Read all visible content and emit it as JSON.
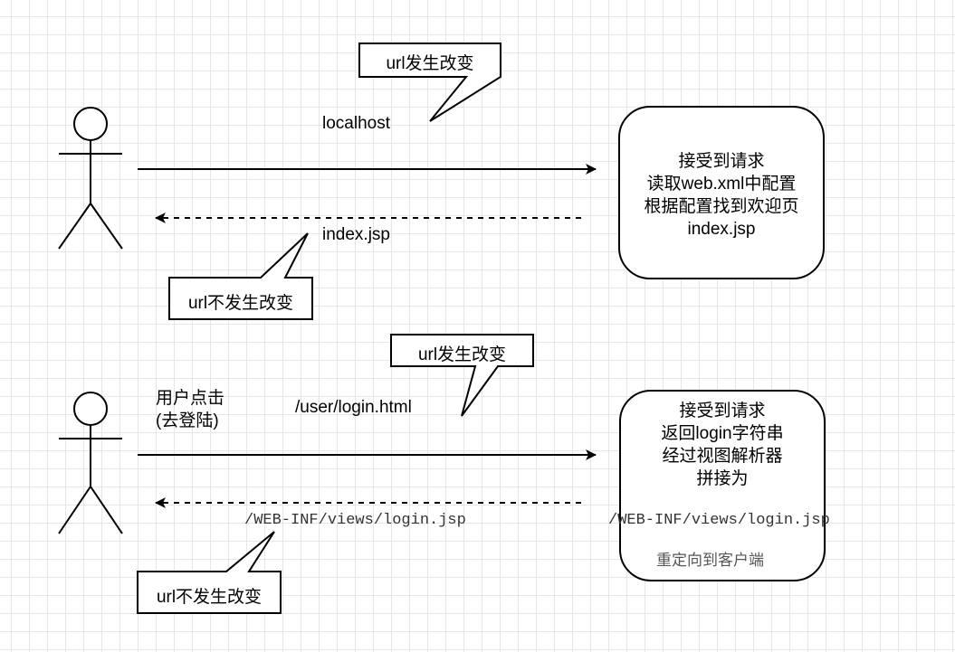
{
  "flow1": {
    "request_label": "localhost",
    "response_label": "index.jsp",
    "server_lines": [
      "接受到请求",
      "读取web.xml中配置",
      "根据配置找到欢迎页",
      "index.jsp"
    ],
    "callout_top": "url发生改变",
    "callout_bottom": "url不发生改变"
  },
  "flow2": {
    "user_action_lines": [
      "用户点击",
      "(去登陆)"
    ],
    "request_label": "/user/login.html",
    "response_label": "/WEB-INF/views/login.jsp",
    "server_lines": [
      "接受到请求",
      "返回login字符串",
      "经过视图解析器",
      "拼接为"
    ],
    "server_path": "/WEB-INF/views/login.jsp",
    "server_note": "重定向到客户端",
    "callout_top": "url发生改变",
    "callout_bottom": "url不发生改变"
  }
}
